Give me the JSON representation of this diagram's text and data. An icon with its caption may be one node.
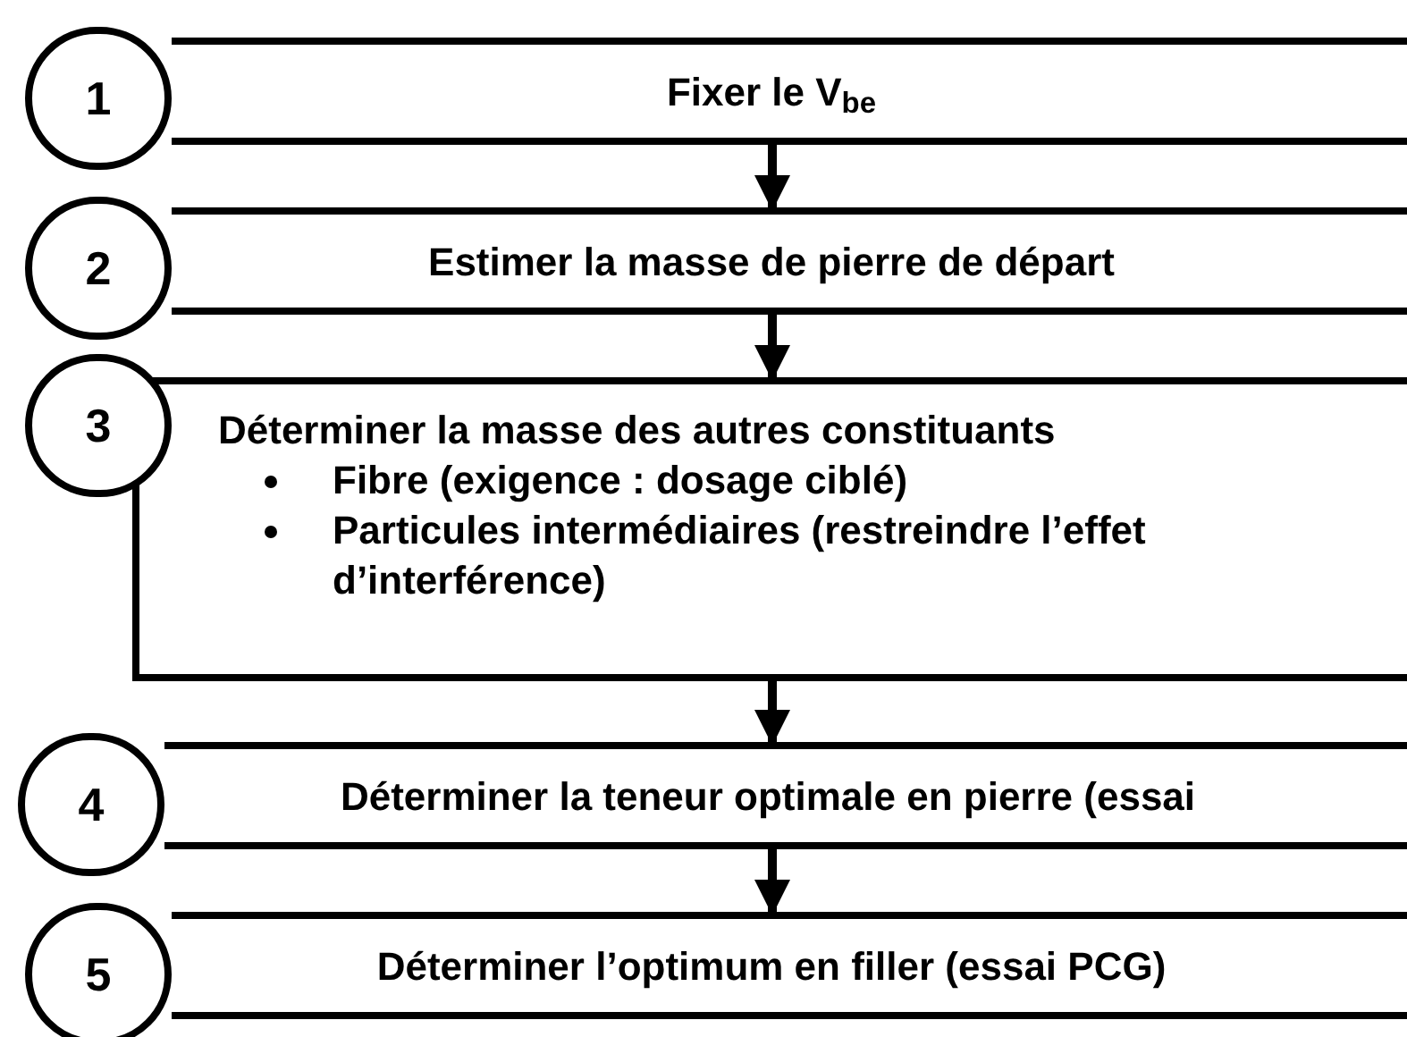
{
  "diagram": {
    "nodes": [
      {
        "text": [
          "1"
        ]
      },
      {
        "text": [
          "Fixer le V$_{be}$"
        ]
      },
      {
        "text": [
          "2"
        ]
      },
      {
        "text": [
          "Estimer la masse de pierre de départ"
        ]
      },
      {
        "text": [
          "3"
        ]
      },
      {
        "text": [
          "Déterminer la masse des autres constituants",
          "Fibre (exigence : dosage ciblé)",
          "Particules intermédiaires (restreindre l’effet d’interférence)"
        ]
      },
      {
        "text": [
          "4"
        ]
      },
      {
        "text": [
          "Déterminer la teneur optimale en pierre (essai"
        ]
      },
      {
        "text": [
          "5"
        ]
      },
      {
        "text": [
          "Déterminer l’optimum en filler (essai PCG)"
        ]
      }
    ],
    "edges": [
      {
        "from": 1,
        "to": 3,
        "arrow": "to"
      },
      {
        "from": 3,
        "to": 5,
        "arrow": "to"
      },
      {
        "from": 5,
        "to": 7,
        "arrow": "to"
      },
      {
        "from": 7,
        "to": 9,
        "arrow": "to"
      }
    ]
  }
}
